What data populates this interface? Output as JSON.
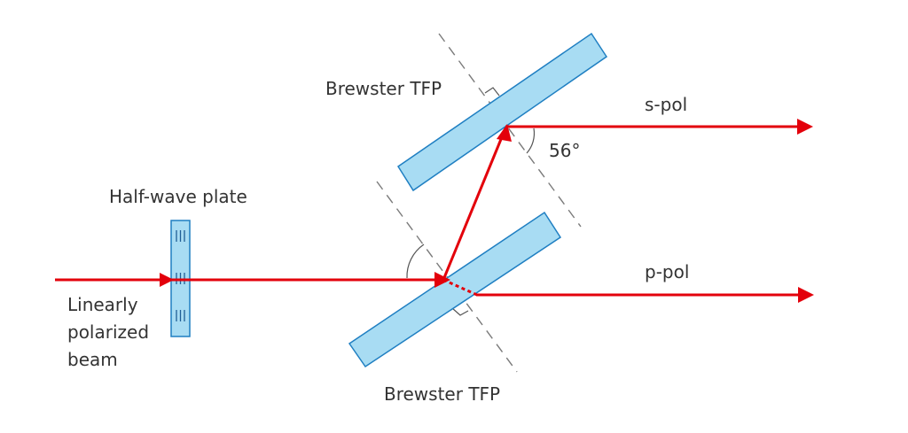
{
  "labels": {
    "half_wave_plate": "Half-wave plate",
    "input_line1": "Linearly",
    "input_line2": "polarized",
    "input_line3": "beam",
    "tfp_top": "Brewster TFP",
    "tfp_bottom": "Brewster TFP",
    "s_pol": "s-pol",
    "p_pol": "p-pol",
    "angle": "56°"
  },
  "colors": {
    "beam": "#e3000b",
    "plate_fill": "#a8dcf3",
    "plate_stroke": "#1f7fc2",
    "normal_line": "#7a7a7a"
  }
}
